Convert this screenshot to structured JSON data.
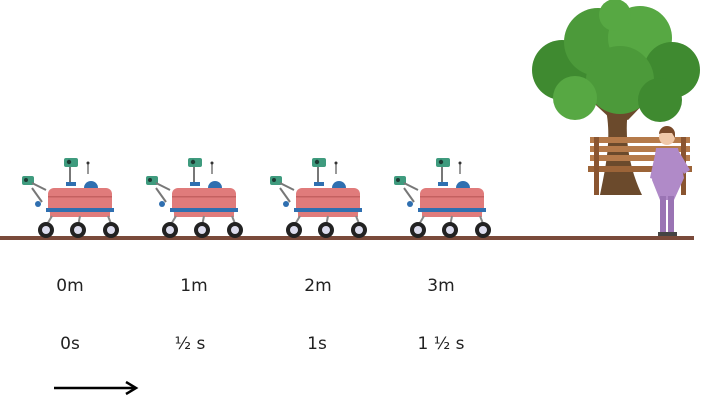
{
  "distance_labels": [
    "0m",
    "1m",
    "2m",
    "3m"
  ],
  "time_labels": [
    "0s",
    "½ s",
    "1s",
    "1 ½ s"
  ],
  "colors": {
    "ground": "#7a4a3a",
    "rover_body": "#e07b7b",
    "rover_stripe": "#2f6fb0",
    "camera": "#3f9b7e",
    "tree_foliage": "#4c9a3a",
    "trunk": "#6b4a2c",
    "bench": "#b57a4a",
    "person_coat": "#b08ac8"
  },
  "icons": [
    "rover-icon",
    "tree-icon",
    "bench-icon",
    "person-icon",
    "arrow-right-icon"
  ]
}
